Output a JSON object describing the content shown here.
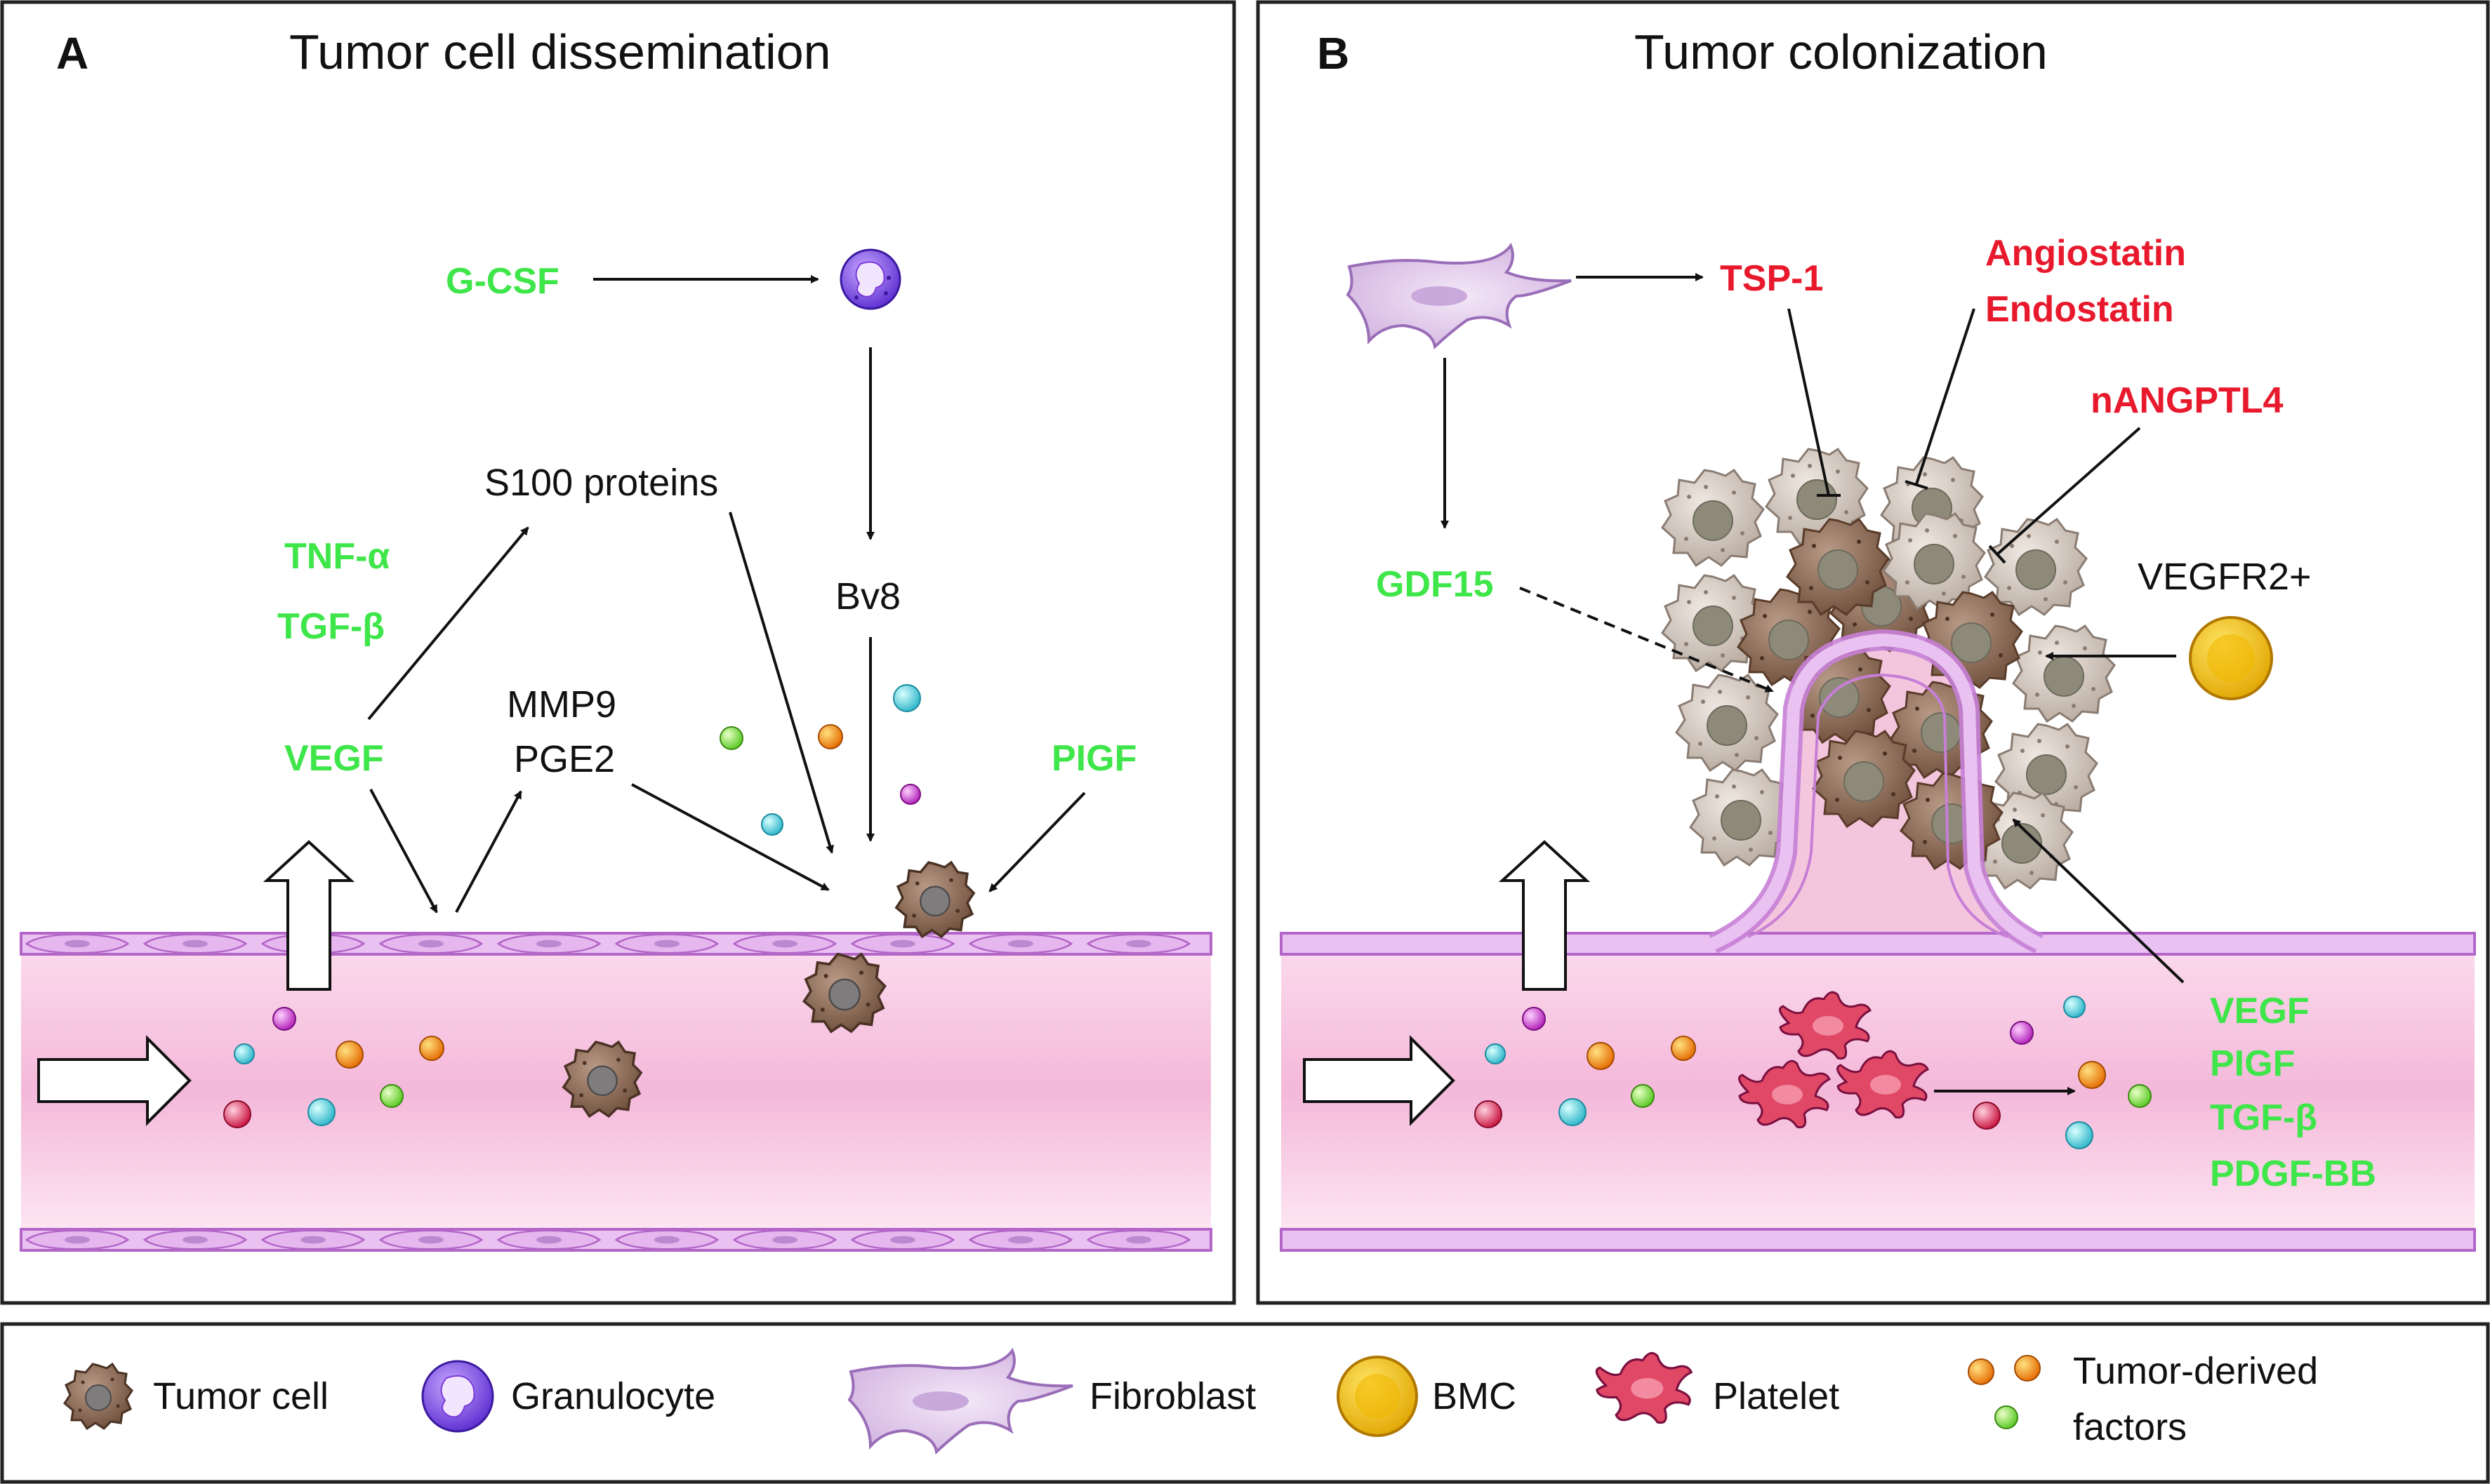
{
  "panel_a": {
    "letter": "A",
    "title": "Tumor cell dissemination",
    "labels": {
      "gcsf": "G-CSF",
      "s100": "S100 proteins",
      "tnf": "TNF-α",
      "tgf": "TGF-β",
      "vegf": "VEGF",
      "mmp9": "MMP9",
      "pge2": "PGE2",
      "bv8": "Bv8",
      "pigf": "PIGF"
    }
  },
  "panel_b": {
    "letter": "B",
    "title": "Tumor colonization",
    "labels": {
      "tsp1": "TSP-1",
      "angiostatin": "Angiostatin",
      "endostatin": "Endostatin",
      "nangptl4": "nANGPTL4",
      "gdf15": "GDF15",
      "vegfr2": "VEGFR2+",
      "vegf": "VEGF",
      "pigf": "PIGF",
      "tgf": "TGF-β",
      "pdgf": "PDGF-BB"
    }
  },
  "legend": {
    "tumor_cell": "Tumor cell",
    "granulocyte": "Granulocyte",
    "fibroblast": "Fibroblast",
    "bmc": "BMC",
    "platelet": "Platelet",
    "factors_line1": "Tumor-derived",
    "factors_line2": "factors"
  },
  "colors": {
    "promoter": "#3ee64a",
    "inhibitor": "#e8192c",
    "vessel_wall": "#c77fd6",
    "vessel_lumen": "#f7c6e0"
  }
}
